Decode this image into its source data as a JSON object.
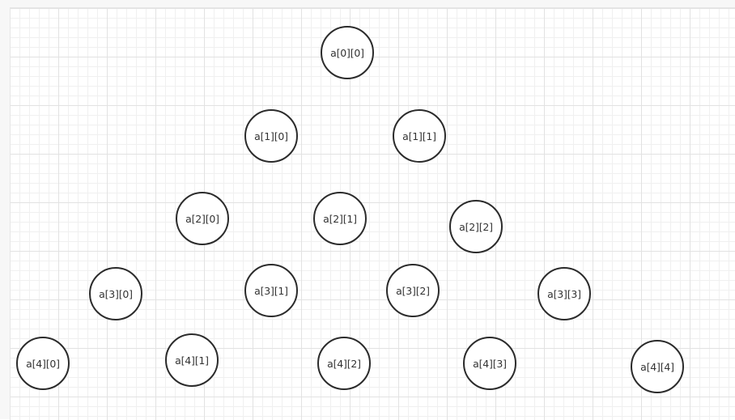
{
  "diagram": {
    "nodes": [
      {
        "id": "a00",
        "label": "a[0][0]"
      },
      {
        "id": "a10",
        "label": "a[1][0]"
      },
      {
        "id": "a11",
        "label": "a[1][1]"
      },
      {
        "id": "a20",
        "label": "a[2][0]"
      },
      {
        "id": "a21",
        "label": "a[2][1]"
      },
      {
        "id": "a22",
        "label": "a[2][2]"
      },
      {
        "id": "a30",
        "label": "a[3][0]"
      },
      {
        "id": "a31",
        "label": "a[3][1]"
      },
      {
        "id": "a32",
        "label": "a[3][2]"
      },
      {
        "id": "a33",
        "label": "a[3][3]"
      },
      {
        "id": "a40",
        "label": "a[4][0]"
      },
      {
        "id": "a41",
        "label": "a[4][1]"
      },
      {
        "id": "a42",
        "label": "a[4][2]"
      },
      {
        "id": "a43",
        "label": "a[4][3]"
      },
      {
        "id": "a44",
        "label": "a[4][4]"
      }
    ]
  }
}
